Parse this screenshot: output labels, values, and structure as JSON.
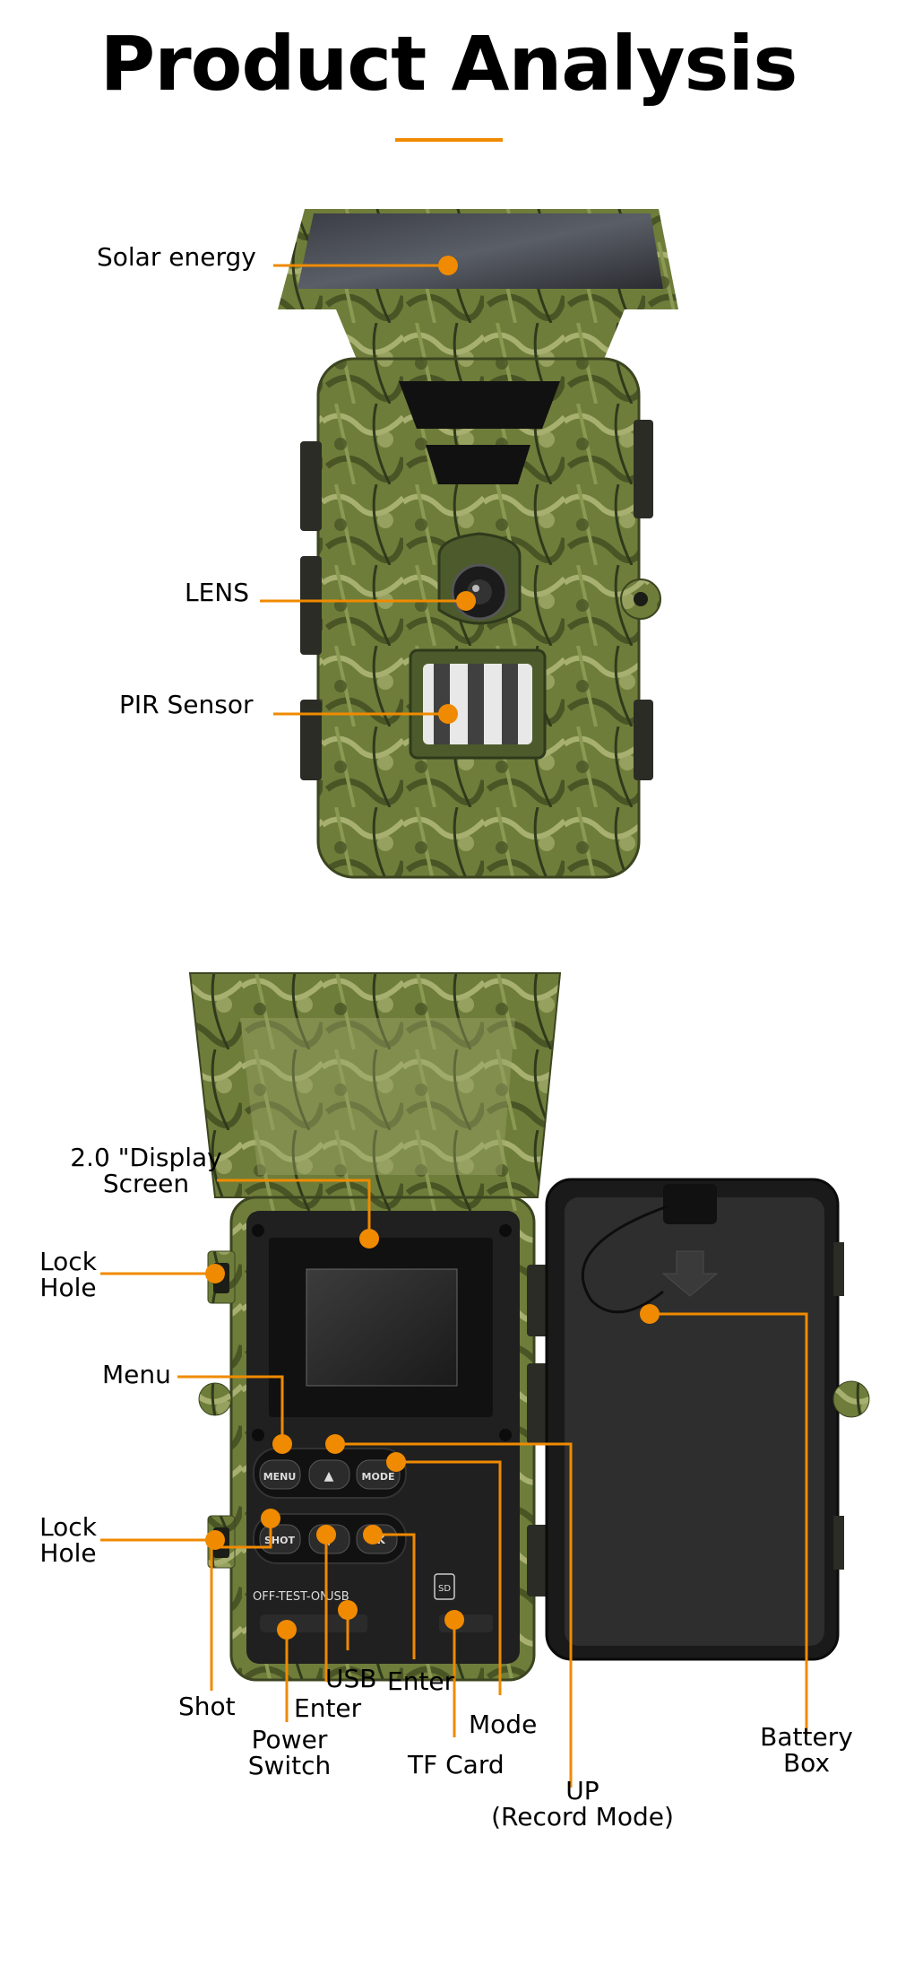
{
  "title": "Product Analysis",
  "accent_color": "#f08a00",
  "camo_colors": [
    "#6e7d3a",
    "#8a9a52",
    "#4a5526",
    "#a7b070",
    "#2f3a1c"
  ],
  "front_view": {
    "labels": {
      "solar": "Solar energy",
      "lens": "LENS",
      "pir": "PIR Sensor"
    }
  },
  "back_view": {
    "labels": {
      "display_1": "2.0 \"Display",
      "display_2": "Screen",
      "lock_top_1": "Lock",
      "lock_top_2": "Hole",
      "menu": "Menu",
      "lock_bottom_1": "Lock",
      "lock_bottom_2": "Hole",
      "shot": "Shot",
      "usb": "USB",
      "enter_1": "Enter",
      "enter_2": "Enter",
      "power_1": "Power",
      "power_2": "Switch",
      "mode": "Mode",
      "tf_card": "TF Card",
      "up_1": "UP",
      "up_2": "(Record Mode)",
      "battery_1": "Battery",
      "battery_2": "Box"
    },
    "buttons": {
      "menu": "MENU",
      "up": "▲",
      "mode": "MODE",
      "shot": "SHOT",
      "down": "▼",
      "ok": "OK"
    },
    "panel_text": {
      "switch": "OFF-TEST-ON",
      "usb": "USB",
      "sd": "SD"
    }
  }
}
